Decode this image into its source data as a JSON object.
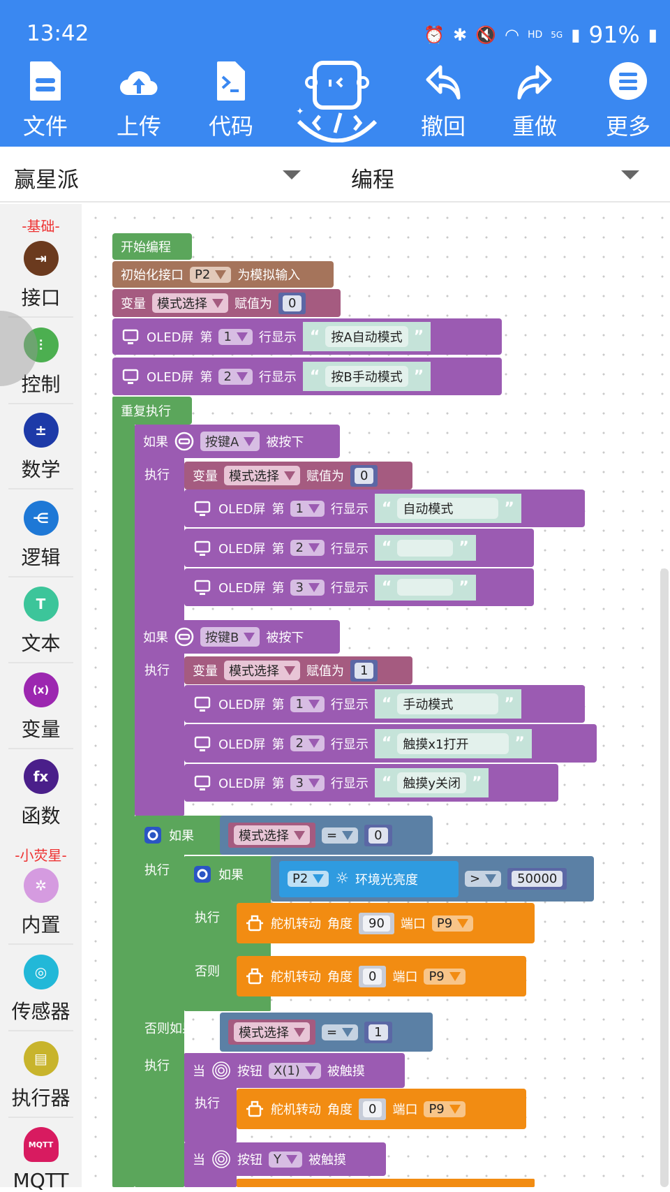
{
  "status": {
    "time": "13:42",
    "network": "HD",
    "signal": "5G",
    "battery": "91%"
  },
  "toolbar": {
    "items": [
      {
        "label": "文件",
        "icon": "file-icon"
      },
      {
        "label": "上传",
        "icon": "cloud-upload-icon"
      },
      {
        "label": "代码",
        "icon": "code-file-icon"
      },
      {
        "label": "撤回",
        "icon": "undo-icon"
      },
      {
        "label": "重做",
        "icon": "redo-icon"
      },
      {
        "label": "更多",
        "icon": "menu-icon"
      }
    ],
    "brand_color": "#3a88f1"
  },
  "selectors": {
    "device": "赢星派",
    "mode": "编程"
  },
  "sidebar": {
    "section_basic": "-基础-",
    "section_star": "-小荧星-",
    "items": [
      {
        "label": "接口",
        "color": "#6b3a1e"
      },
      {
        "label": "控制",
        "color": "#4caf50"
      },
      {
        "label": "数学",
        "color": "#1d3aa8"
      },
      {
        "label": "逻辑",
        "color": "#1e78d6"
      },
      {
        "label": "文本",
        "color": "#3cc59a"
      },
      {
        "label": "变量",
        "color": "#9c27b0"
      },
      {
        "label": "函数",
        "color": "#4a1f8a"
      },
      {
        "label": "内置",
        "color": "#d59be0"
      },
      {
        "label": "传感器",
        "color": "#22b8d8"
      },
      {
        "label": "执行器",
        "color": "#c8b42c"
      },
      {
        "label": "MQTT",
        "color": "#d81b60",
        "badge": "MQTT"
      }
    ]
  },
  "labels": {
    "oled": "OLED屏",
    "row_prefix": "第",
    "row_show": "行显示",
    "if": "如果",
    "do": "执行",
    "else": "否则",
    "elseif": "否则如果",
    "var": "变量",
    "assign": "赋值为",
    "servo": "舵机转动",
    "angle": "角度",
    "port": "端口",
    "when": "当",
    "button": "按钮",
    "touched": "被触摸",
    "pressed": "被按下",
    "open_quote": "“",
    "close_quote": "”"
  },
  "program": {
    "start": "开始编程",
    "init": {
      "prefix": "初始化接口",
      "port": "P2",
      "suffix": "为模拟输入"
    },
    "var_name": "模式选择",
    "init_value": "0",
    "setup_oled": [
      {
        "row": "1",
        "text": "按A自动模式"
      },
      {
        "row": "2",
        "text": "按B手动模式"
      }
    ],
    "loop": "重复执行",
    "key_a": {
      "key": "按键A",
      "value": "0",
      "oled": [
        {
          "row": "1",
          "text": "自动模式"
        },
        {
          "row": "2",
          "text": ""
        },
        {
          "row": "3",
          "text": ""
        }
      ]
    },
    "key_b": {
      "key": "按键B",
      "value": "1",
      "oled": [
        {
          "row": "1",
          "text": "手动模式"
        },
        {
          "row": "2",
          "text": "触摸x1打开"
        },
        {
          "row": "3",
          "text": "触摸y关闭"
        }
      ]
    },
    "mode_if": {
      "op": "=",
      "value0": "0",
      "value1": "1"
    },
    "light": {
      "port": "P2",
      "sensor": "环境光亮度",
      "op": ">",
      "threshold": "50000"
    },
    "servo": [
      {
        "angle": "90",
        "port": "P9"
      },
      {
        "angle": "0",
        "port": "P9"
      },
      {
        "angle": "0",
        "port": "P9"
      }
    ],
    "touch": [
      {
        "pad": "X(1)"
      },
      {
        "pad": "Y"
      }
    ]
  }
}
